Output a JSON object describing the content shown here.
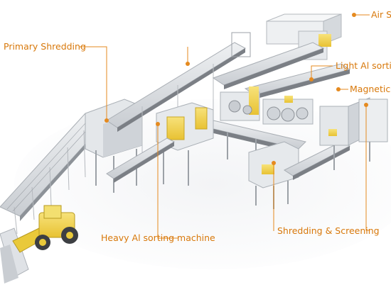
{
  "labels": {
    "primary_shredding": "Primary Shredding",
    "air_separator": "Air S",
    "light_al_sorting": "Light Al sortin",
    "magnetic_separator": "Magnetic S",
    "heavy_al_sorting": "Heavy Al sorting machine",
    "shredding_screening": "Shredding & Screening"
  },
  "colors": {
    "accent": "#e58a1f",
    "label_text": "#d8780a",
    "machine_yellow": "#f2d34a",
    "machine_gray": "#dfe2e6",
    "belt_dark": "#7b7f85",
    "background": "#ffffff"
  },
  "icons": {
    "loader": "wheel-loader",
    "callout_dot": "orange-dot"
  }
}
